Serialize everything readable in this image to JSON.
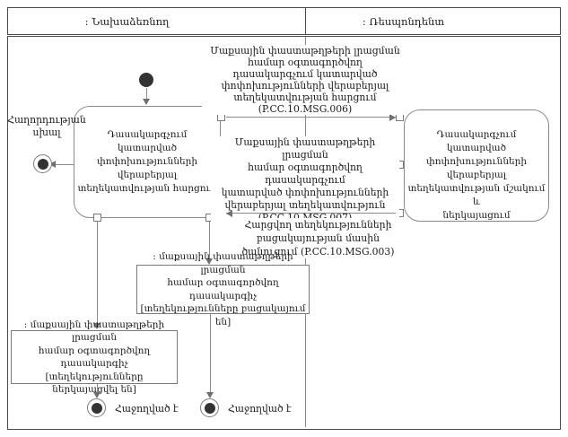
{
  "lanes": {
    "initiator": ": Նախաձեռնող",
    "respondent": ": Ռեսպոնդենտ"
  },
  "nodes": {
    "left_activity": "Դասակարգչում կատարված\nփոփոխությունների վերաբերյալ\nտեղեկատվության հարցում",
    "right_activity": "Դասակարգչում կատարված\nփոփոխությունների վերաբերյալ\nտեղեկատվության մշակում և\nներկայացում",
    "object_missing": ": մաքսային փաստաթղթերի լրացման\nհամար օգտագործվող դասակարգիչ\n[տեղեկությունները բացակայում են]",
    "object_presented": ": մաքսային փաստաթղթերի լրացման\nհամար օգտագործվող դասակարգիչ\n[տեղեկությունները ներկայացվել են]"
  },
  "labels": {
    "comm_error": "Հաղորդության\nսխալ",
    "success_left": "Հաջողված է",
    "success_right": "Հաջողված է"
  },
  "messages": {
    "msg006": "Մաքսային փաստաթղթերի լրացման\nհամար օգտագործվող\nդասակարգչում կատարված\nփոփոխությունների վերաբերյալ\nտեղեկատվության հարցում\n(P.CC.10.MSG.006)",
    "msg007": "Մաքսային փաստաթղթերի լրացման\nհամար օգտագործվող դասակարգչում\nկատարված փոփոխությունների\nվերաբերյալ տեղեկատվություն\n(P.CC.10.MSG.007)",
    "msg003": "Հարցվող տեղեկությունների\nբացակայության մասին\nծանուցում (P.CC.10.MSG.003)"
  },
  "colors": {
    "flow_line": "#8a8a8a",
    "frame_border": "#4a4a4a",
    "node_fill": "#333333",
    "text": "#1a1a1a"
  }
}
